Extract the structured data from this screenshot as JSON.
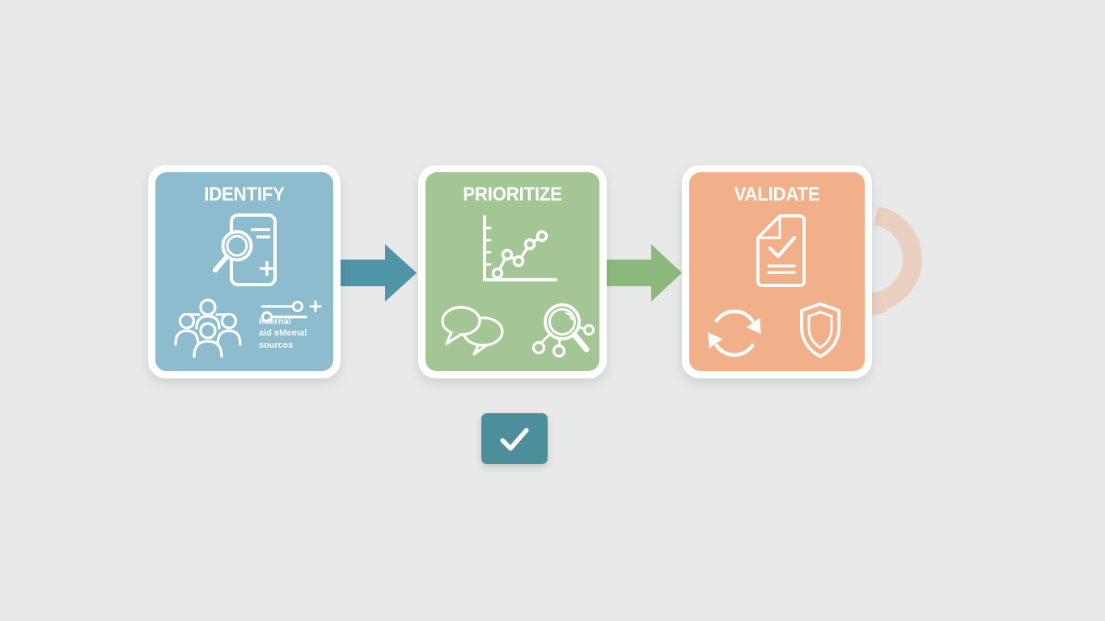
{
  "page": {
    "background": "#e8e9e9"
  },
  "diagram": {
    "steps": [
      {
        "title": "IDENTIFY",
        "color": "#8cbcce",
        "icons": [
          "document-search",
          "people-group",
          "sliders-plus"
        ],
        "caption": "Internal\naid eMemal\nsources"
      },
      {
        "title": "PRIORITIZE",
        "color": "#a3c694",
        "icons": [
          "scatter-chart",
          "speech-bubbles",
          "magnifier-network"
        ]
      },
      {
        "title": "VALIDATE",
        "color": "#f1b08a",
        "icons": [
          "document-check",
          "refresh-cycle",
          "shield"
        ]
      }
    ],
    "arrows": [
      {
        "direction": "right",
        "color": "#4f95a5"
      },
      {
        "direction": "right",
        "color": "#8cba7c"
      }
    ],
    "loop_arrow": {
      "direction": "down-left",
      "color": "#ee9c6e"
    },
    "check_badge": {
      "symbol": "checkmark",
      "color": "#4c8f9b"
    }
  }
}
